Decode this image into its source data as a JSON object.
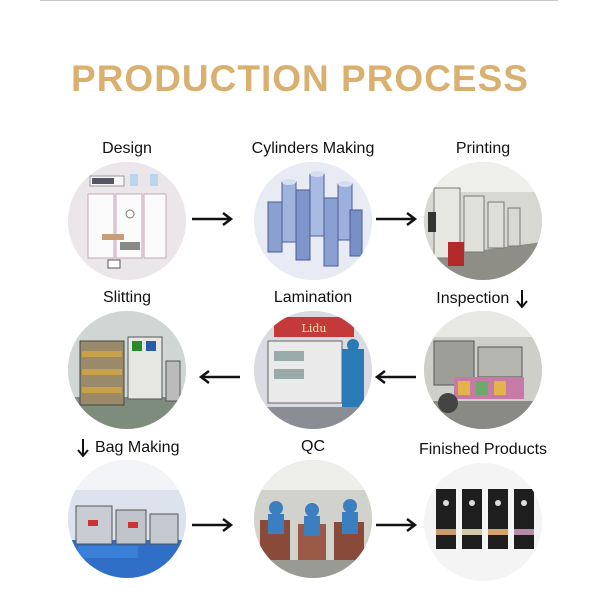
{
  "title": "PRODUCTION PROCESS",
  "steps": [
    {
      "label": "Design",
      "icon": "design-sheet-icon"
    },
    {
      "label": "Cylinders Making",
      "icon": "cylinders-icon"
    },
    {
      "label": "Printing",
      "icon": "printing-machine-icon"
    },
    {
      "label": "Slitting",
      "icon": "slitting-machine-icon"
    },
    {
      "label": "Lamination",
      "icon": "lamination-machine-icon"
    },
    {
      "label": "Inspection",
      "icon": "inspection-machine-icon"
    },
    {
      "label": "Bag Making",
      "icon": "bag-making-icon"
    },
    {
      "label": "QC",
      "icon": "qc-workers-icon"
    },
    {
      "label": "Finished Products",
      "icon": "coffee-bags-icon"
    }
  ],
  "colors": {
    "title": "#d9b070",
    "text": "#111111",
    "arrow": "#111111"
  }
}
